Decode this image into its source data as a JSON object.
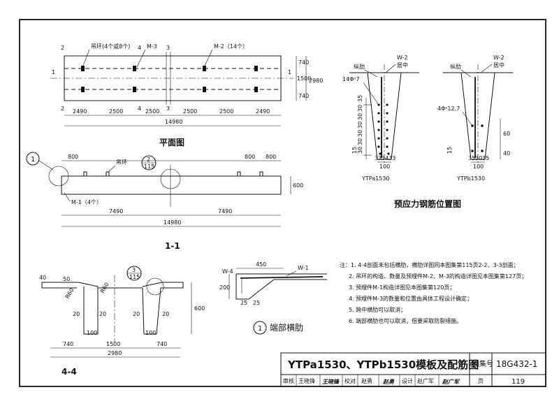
{
  "plan": {
    "caption": "平面图",
    "labels": {
      "lifting_ring": "吊环(4个或8个)",
      "m3": "M-3",
      "m2": "M-2（14个）"
    },
    "section_marks": {
      "s1": "1",
      "s2": "2",
      "s3": "3",
      "s4": "4"
    },
    "right_dims": [
      "740",
      "1500",
      "740"
    ],
    "right_total": "2980",
    "spans": [
      "2490",
      "2500",
      "2500",
      "2500",
      "2500",
      "2490"
    ],
    "total": "14980"
  },
  "section11": {
    "caption": "1-1",
    "callout1": "1",
    "callout2_top": "2",
    "callout2_bottom": "115",
    "top_dims": {
      "left": "800",
      "right_a": "800",
      "right_b": "800"
    },
    "ring_label": "吊环",
    "m1_label": "M-1（4个）",
    "height": "600",
    "halves": [
      "7490",
      "7490"
    ],
    "total": "14980"
  },
  "section44": {
    "caption": "4-4",
    "callout_top": "3",
    "callout_bottom": "115",
    "dims": {
      "d40": "40",
      "d50": "50",
      "r60a": "R60",
      "r60b": "R60",
      "d20a": "20",
      "d20b": "20",
      "d20c": "20",
      "d20d": "20",
      "d100a": "100",
      "d100b": "100",
      "h600": "600"
    },
    "bottom_dims": [
      "740",
      "1500",
      "740"
    ],
    "total": "2980"
  },
  "end_rib": {
    "caption": "端部横肋",
    "callout": "1",
    "w450": "450",
    "w4": "W-4",
    "w1": "W-1",
    "d200": "200",
    "d25a": "25",
    "d25b": "25"
  },
  "tendon": {
    "caption": "预应力钢筋位置图",
    "a": {
      "name": "YTPa1530",
      "w2": "W-2",
      "center": "居中",
      "rib": "纵肋",
      "strand": "14Φˢ7",
      "v35": "35",
      "v30": [
        "30",
        "30",
        "30",
        "30",
        "30",
        "30"
      ],
      "h15": "15",
      "bottom": [
        "33",
        "34",
        "33"
      ],
      "total": "100"
    },
    "b": {
      "name": "YTPb1530",
      "w2": "W-2",
      "center": "居中",
      "rib": "纵肋",
      "strand": "4Φˢ12.7",
      "v60": "60",
      "v40": "40",
      "h15": "15",
      "bottom": [
        "35",
        "30",
        "35"
      ],
      "total": "100"
    }
  },
  "notes": {
    "items": [
      "注：1. 4-4剖面未包括横肋，横肋详图同本图集第115页2-2、3-3剖面；",
      "2. 吊环的构造、数量及预埋件M-2、M-3的构造详图见本图集第127页；",
      "3. 预埋件M-1构造详图见本图集第120页；",
      "4. 预埋件M-3的数量和位置由具体工程设计确定；",
      "5. 跨中横肋可以取消；",
      "6. 端部横肋也可以取消，但要采取防裂措施。"
    ]
  },
  "title_block": {
    "title": "YTPa1530、YTPb1530模板及配筋图",
    "atlas_label": "图集号",
    "atlas_no": "18G432-1",
    "review_label": "审核",
    "reviewer": "王晓锋",
    "reviewer_sig": "王晓锋",
    "check_label": "校对",
    "checker": "赵勇",
    "checker_sig": "赵勇",
    "design_label": "设计",
    "designer": "赵广军",
    "designer_sig": "赵广军",
    "page_label": "页",
    "page_no": "119"
  }
}
